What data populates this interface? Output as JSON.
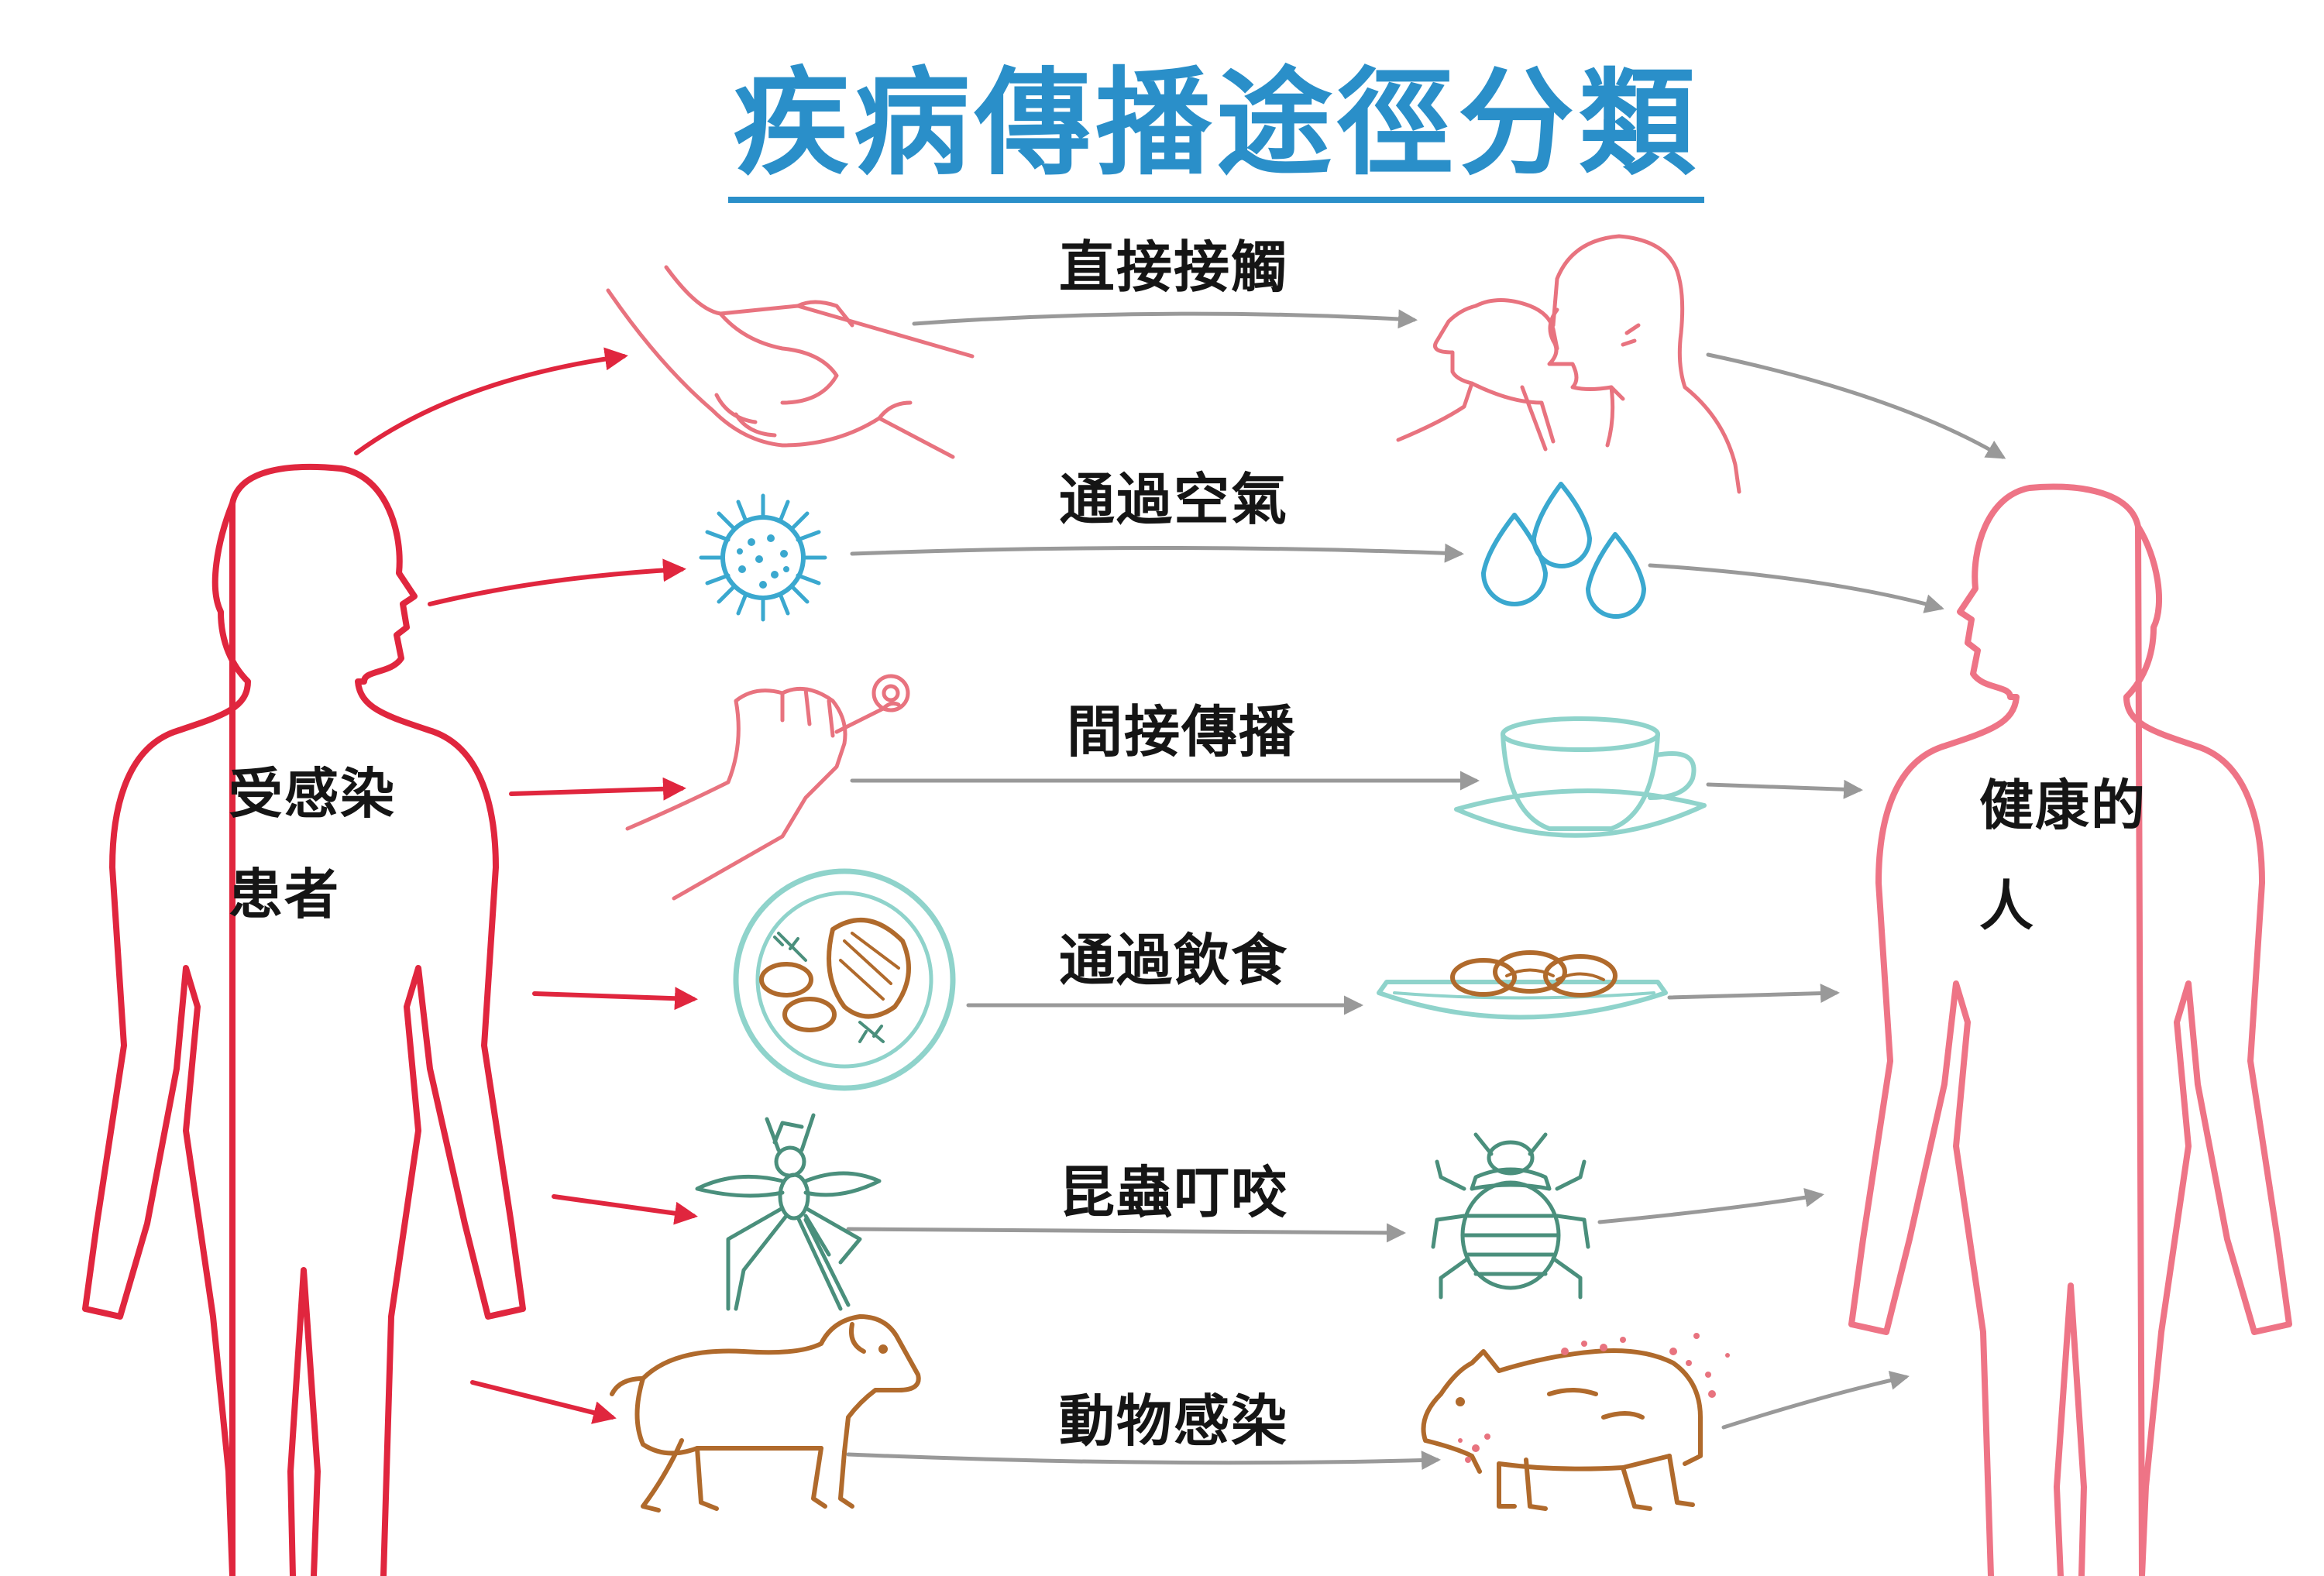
{
  "title": "疾病傳播途徑分類",
  "source_person": {
    "line1": "受感染",
    "line2": "患者"
  },
  "target_person": {
    "line1": "健康的",
    "line2": "人"
  },
  "routes": [
    {
      "label": "直接接觸",
      "left_icon": "handshake-icon",
      "right_icon": "kiss-icon"
    },
    {
      "label": "通過空氣",
      "left_icon": "virus-icon",
      "right_icon": "droplets-icon"
    },
    {
      "label": "間接傳播",
      "left_icon": "door-handle-icon",
      "right_icon": "teacup-icon"
    },
    {
      "label": "通過飲食",
      "left_icon": "food-plate-icon",
      "right_icon": "food-dish-icon"
    },
    {
      "label": "昆蟲叮咬",
      "left_icon": "mosquito-icon",
      "right_icon": "bedbug-icon"
    },
    {
      "label": "動物感染",
      "left_icon": "dog-icon",
      "right_icon": "sick-animal-icon"
    }
  ],
  "colors": {
    "title": "#2a8fc9",
    "infected_person": "#e0263e",
    "healthy_person": "#ee7486",
    "red_arrow": "#e0263e",
    "gray_arrow": "#999999",
    "pink_icon": "#e8737f",
    "blue_icon": "#3aa8cf",
    "teal_icon": "#8fd3cb",
    "green_icon": "#4a8f7c",
    "brown_icon": "#b06a2c"
  }
}
